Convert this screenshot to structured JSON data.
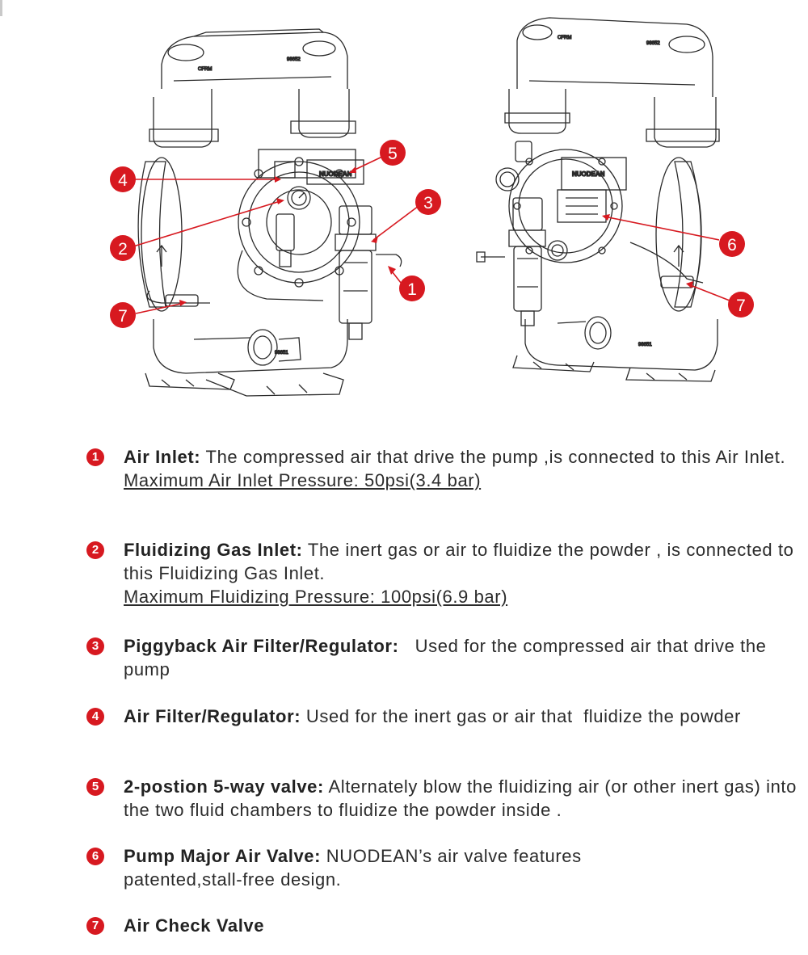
{
  "diagram": {
    "brand_label": "NUODEAN",
    "left_pump_markings": [
      "CFRM",
      "98652",
      "98651"
    ],
    "right_pump_markings": [
      "CFRM",
      "98652",
      "98651"
    ],
    "callouts": [
      "1",
      "2",
      "3",
      "4",
      "5",
      "6",
      "7"
    ],
    "accent_color": "#d71920"
  },
  "legend": [
    {
      "number": "1",
      "title": "Air Inlet:",
      "text": " The compressed air that drive the pump ,is connected to this Air Inlet.",
      "spec": "Maximum Air Inlet Pressure: 50psi(3.4 bar)"
    },
    {
      "number": "2",
      "title": "Fluidizing Gas Inlet:",
      "text": " The inert gas or air to fluidize the powder , is connected to this Fluidizing Gas Inlet.",
      "spec": "Maximum Fluidizing Pressure: 100psi(6.9 bar)"
    },
    {
      "number": "3",
      "title": "Piggyback Air Filter/Regulator:",
      "text": "   Used for the compressed air that drive the pump",
      "spec": ""
    },
    {
      "number": "4",
      "title": "Air Filter/Regulator:",
      "text": " Used for the inert gas or air that  fluidize the powder",
      "spec": ""
    },
    {
      "number": "5",
      "title": "2-postion 5-way valve:",
      "text": " Alternately blow the fluidizing air (or other inert gas) into the two fluid chambers to fluidize the powder inside .",
      "spec": ""
    },
    {
      "number": "6",
      "title": "Pump Major Air Valve:",
      "text": " NUODEAN’s air valve features patented,stall-free design.",
      "spec": ""
    },
    {
      "number": "7",
      "title": "Air Check Valve",
      "text": "",
      "spec": ""
    }
  ]
}
